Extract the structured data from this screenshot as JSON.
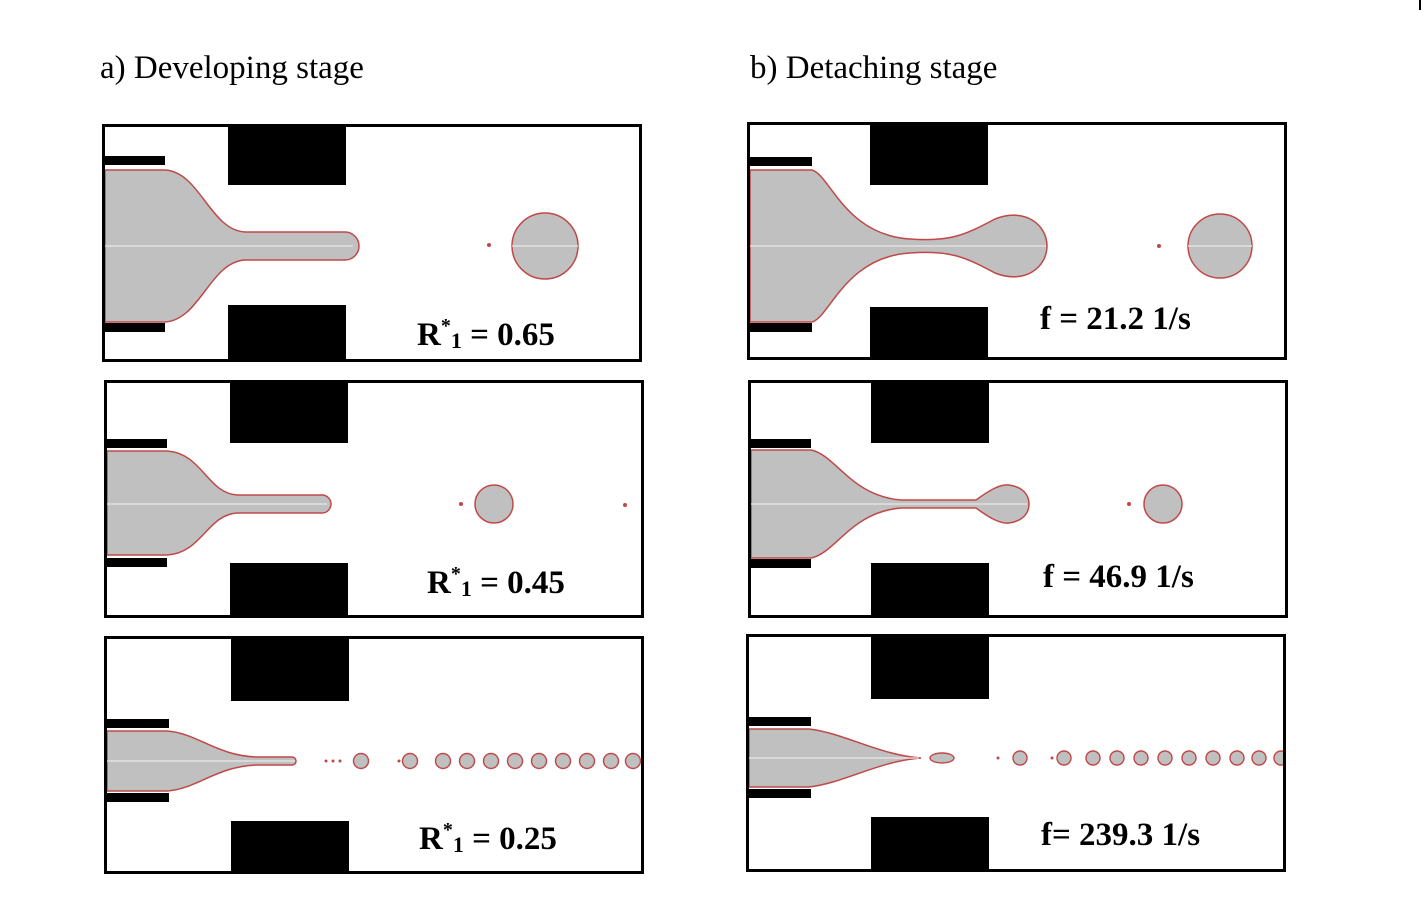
{
  "figure": {
    "columns": [
      {
        "title": "a) Developing stage",
        "panels": [
          {
            "label_base": "R",
            "label_star": "*",
            "label_sub": "1",
            "label_value": " = 0.65"
          },
          {
            "label_base": "R",
            "label_star": "*",
            "label_sub": "1",
            "label_value": " = 0.45"
          },
          {
            "label_base": "R",
            "label_star": "*",
            "label_sub": "1",
            "label_value": " = 0.25"
          }
        ]
      },
      {
        "title": "b) Detaching stage",
        "panels": [
          {
            "label_base": "f = 21.2 1/s"
          },
          {
            "label_base": "f = 46.9 1/s"
          },
          {
            "label_base": "f= 239.3 1/s"
          }
        ]
      }
    ]
  },
  "colors": {
    "fluid_fill": "#c0c0c0",
    "interface": "#c04848",
    "wall": "#000000",
    "background": "#ffffff"
  }
}
